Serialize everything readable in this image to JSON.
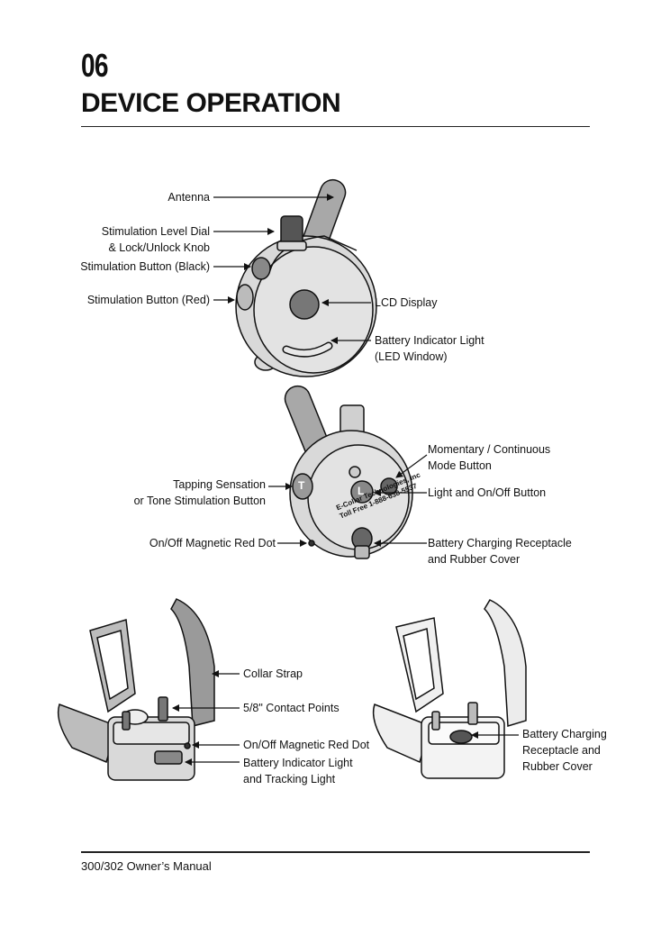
{
  "chapter": {
    "number": "06",
    "title": "DEVICE OPERATION"
  },
  "transmitter_front": {
    "antenna": "Antenna",
    "dial_line1": "Stimulation Level Dial",
    "dial_line2": "& Lock/Unlock Knob",
    "stim_black": "Stimulation Button (Black)",
    "stim_red": "Stimulation Button (Red)",
    "lcd": "LCD Display",
    "battery_line1": "Battery Indicator Light",
    "battery_line2": "(LED Window)"
  },
  "transmitter_back": {
    "mode_line1": "Momentary / Continuous",
    "mode_line2": "Mode Button",
    "tapping_line1": "Tapping Sensation",
    "tapping_line2": "or Tone Stimulation Button",
    "light_onoff": "Light and On/Off Button",
    "onoff_dot": "On/Off Magnetic Red Dot",
    "charging_line1": "Battery Charging Receptacle",
    "charging_line2": "and Rubber Cover",
    "label_line1": "E-Collar Technologies, Inc",
    "label_line2": "Toll Free 1-888-638-5537",
    "button_t": "T",
    "button_l": "L"
  },
  "receiver_left": {
    "strap": "Collar Strap",
    "contacts": "5/8\" Contact Points",
    "onoff_dot": "On/Off Magnetic Red Dot",
    "battery_line1": "Battery Indicator Light",
    "battery_line2": "and Tracking Light"
  },
  "receiver_right": {
    "charging_line1": "Battery Charging",
    "charging_line2": "Receptacle and",
    "charging_line3": "Rubber Cover"
  },
  "footer": {
    "text": "300/302 Owner’s Manual"
  },
  "colors": {
    "line": "#111111",
    "device_fill": "#d9d9d9",
    "strap_fill": "#9a9a9a",
    "dark_fill": "#555555"
  }
}
